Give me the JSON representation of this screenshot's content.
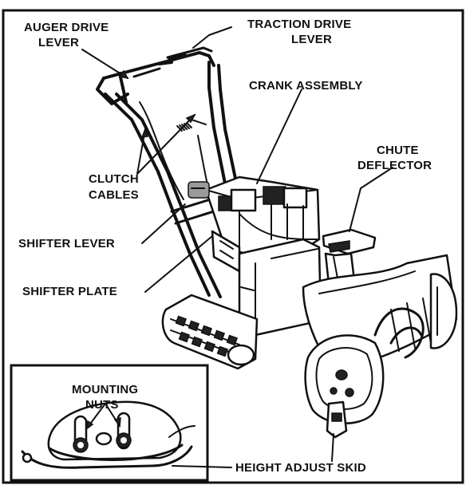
{
  "labels": {
    "auger_drive_lever_1": "AUGER DRIVE",
    "auger_drive_lever_2": "LEVER",
    "traction_drive_lever_1": "TRACTION DRIVE",
    "traction_drive_lever_2": "LEVER",
    "crank_assembly": "CRANK ASSEMBLY",
    "chute_deflector_1": "CHUTE",
    "chute_deflector_2": "DEFLECTOR",
    "clutch_cables_1": "CLUTCH",
    "clutch_cables_2": "CABLES",
    "shifter_lever": "SHIFTER LEVER",
    "shifter_plate": "SHIFTER PLATE",
    "mounting_nuts_1": "MOUNTING",
    "mounting_nuts_2": "NUTS",
    "height_adjust_skid": "HEIGHT ADJUST SKID"
  }
}
